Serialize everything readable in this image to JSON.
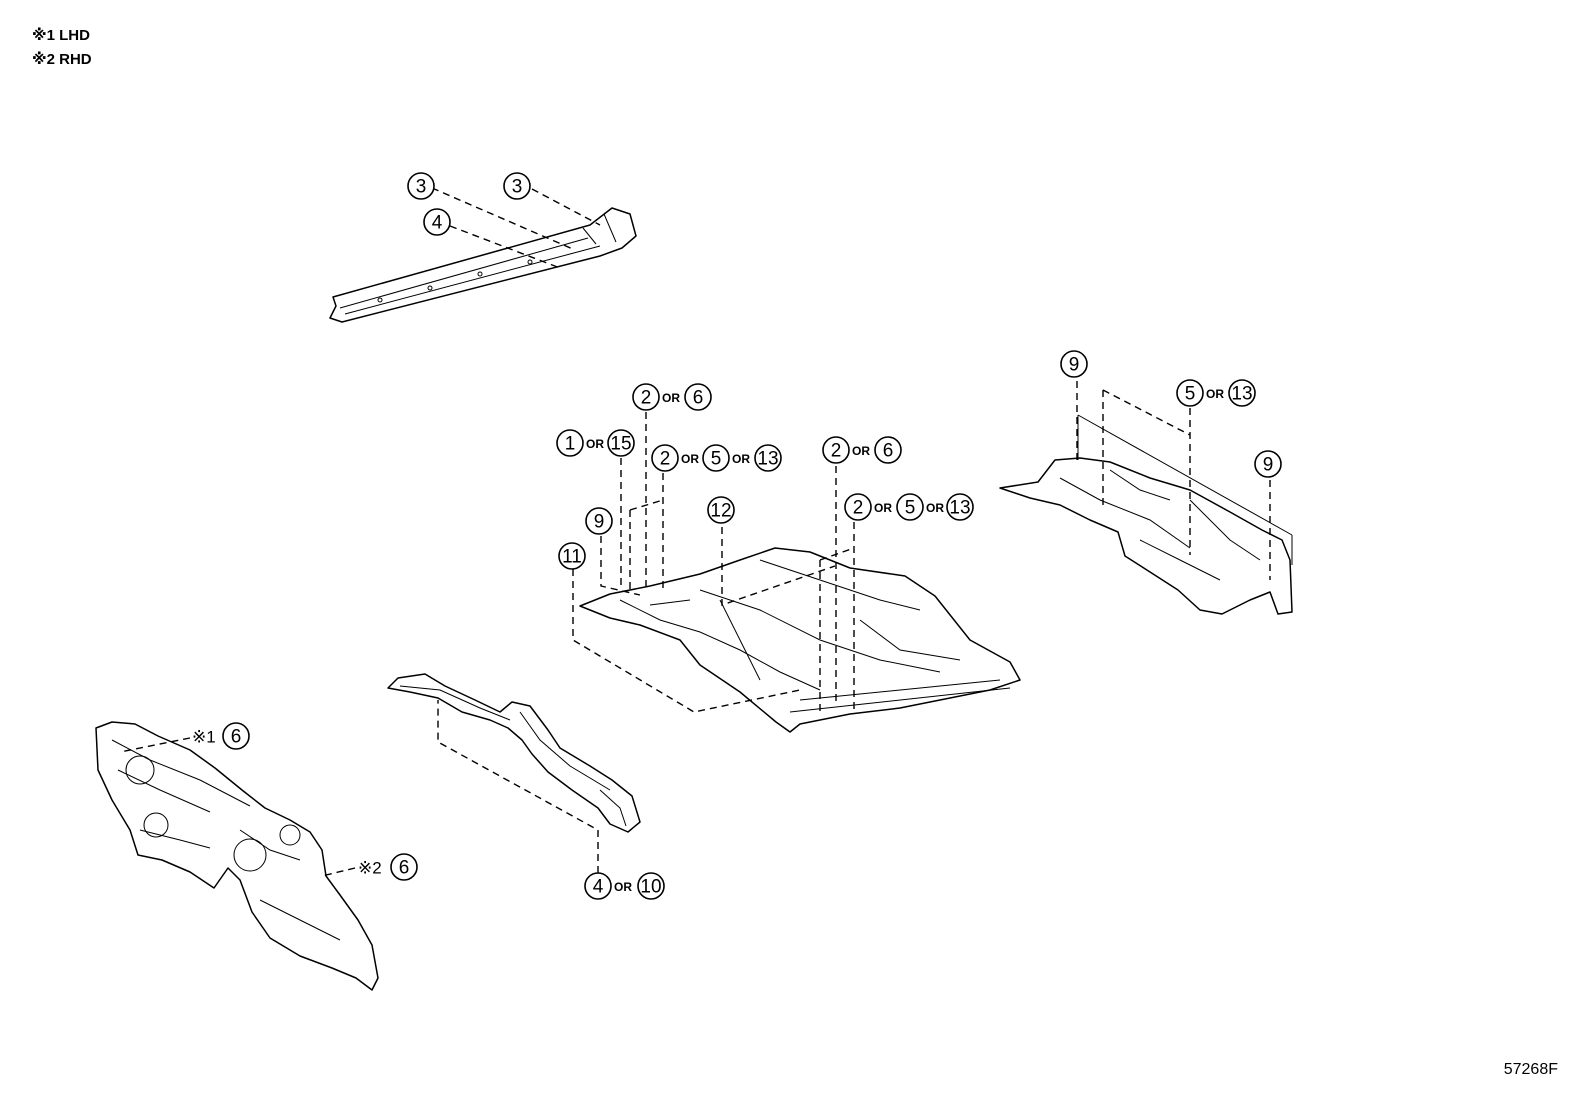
{
  "legend": [
    {
      "mark": "※1",
      "text": "LHD"
    },
    {
      "mark": "※2",
      "text": "RHD"
    }
  ],
  "connector_word": "OR",
  "callouts": {
    "rocker_a": "3",
    "rocker_b": "3",
    "rocker_c": "4",
    "rear_left": "9",
    "rear_mid": [
      "5",
      "13"
    ],
    "rear_right": "9",
    "front_a": [
      "2",
      "6"
    ],
    "front_b": [
      "1",
      "15"
    ],
    "front_c": [
      "2",
      "5",
      "13"
    ],
    "front_d": [
      "2",
      "6"
    ],
    "front_e": "9",
    "front_f": "12",
    "front_g": [
      "2",
      "5",
      "13"
    ],
    "front_h": "11",
    "cross_member": [
      "4",
      "10"
    ],
    "dash_lhd": {
      "mark": "※1",
      "num": "6"
    },
    "dash_rhd": {
      "mark": "※2",
      "num": "6"
    }
  },
  "illustration_code": "57268F"
}
